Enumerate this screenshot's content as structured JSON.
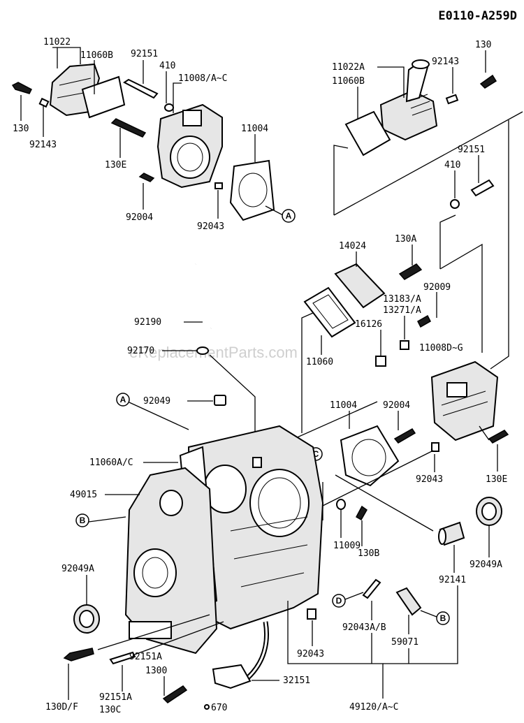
{
  "diagram_code": "E0110-A259D",
  "watermark": "eReplacementParts.com",
  "callouts": {
    "A": "A",
    "B": "B",
    "C": "C",
    "D": "D"
  },
  "labels": {
    "p11022": "11022",
    "p11060B_l": "11060B",
    "p92151_l": "92151",
    "p410_l": "410",
    "p11008AC": "11008/A~C",
    "p130_l": "130",
    "p92143_l": "92143",
    "p130E_l": "130E",
    "p11004_l": "11004",
    "p92004_l": "92004",
    "p92043_l": "92043",
    "p11022A": "11022A",
    "p11060B_r": "11060B",
    "p92143_r": "92143",
    "p130_r": "130",
    "p92151_r": "92151",
    "p410_r": "410",
    "p14024": "14024",
    "p130A": "130A",
    "p92009": "92009",
    "p13183": "13183/A",
    "p13271": "13271/A",
    "p92190": "92190",
    "p16126": "16126",
    "p11008DG": "11008D~G",
    "p92170": "92170",
    "p11060": "11060",
    "p92049": "92049",
    "p11004_m": "11004",
    "p92004_m": "92004",
    "p11060AC": "11060A/C",
    "p49015": "49015",
    "p92043_m": "92043",
    "p130E_r": "130E",
    "p92049A_l": "92049A",
    "p130B": "130B",
    "p11009": "11009",
    "p92049A_r": "92049A",
    "p92141": "92141",
    "p92043AB": "92043A/B",
    "p59071": "59071",
    "p92043_b": "92043",
    "p92151A_a": "92151A",
    "p1300": "1300",
    "p32151": "32151",
    "p130DF": "130D/F",
    "p92151A_b": "92151A",
    "p130C": "130C",
    "p670": "670",
    "p49120": "49120/A~C"
  }
}
